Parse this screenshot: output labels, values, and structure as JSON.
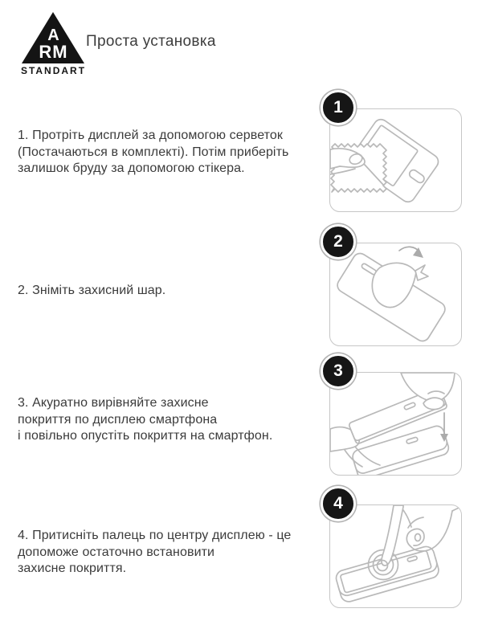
{
  "logo": {
    "letter_a": "A",
    "letters_rm": "RM",
    "wordmark": "STANDART"
  },
  "header": {
    "title": "Проста установка"
  },
  "steps": [
    {
      "number": "1",
      "text": "1. Протріть дисплей за допомогою серветок\n(Постачаються в комплекті). Потім приберіть\nзалишок бруду за допомогою стікера.",
      "illustration": "wipe-display-with-cloth"
    },
    {
      "number": "2",
      "text": "2. Зніміть захисний шар.",
      "illustration": "peel-protective-layer"
    },
    {
      "number": "3",
      "text": "3. Акуратно вирівняйте захисне\nпокриття по дисплею смартфона\nі повільно опустіть покриття на смартфон.",
      "illustration": "align-and-lower-glass"
    },
    {
      "number": "4",
      "text": "4. Притисніть палець по центру дисплею - це\nдопоможе остаточно встановити\nзахисне покриття.",
      "illustration": "press-finger-on-center"
    }
  ],
  "colors": {
    "badge_black": "#161616",
    "line_gray": "#b9b9b9",
    "box_border": "#c6c6c6",
    "text_dark": "#3b3b3b"
  }
}
